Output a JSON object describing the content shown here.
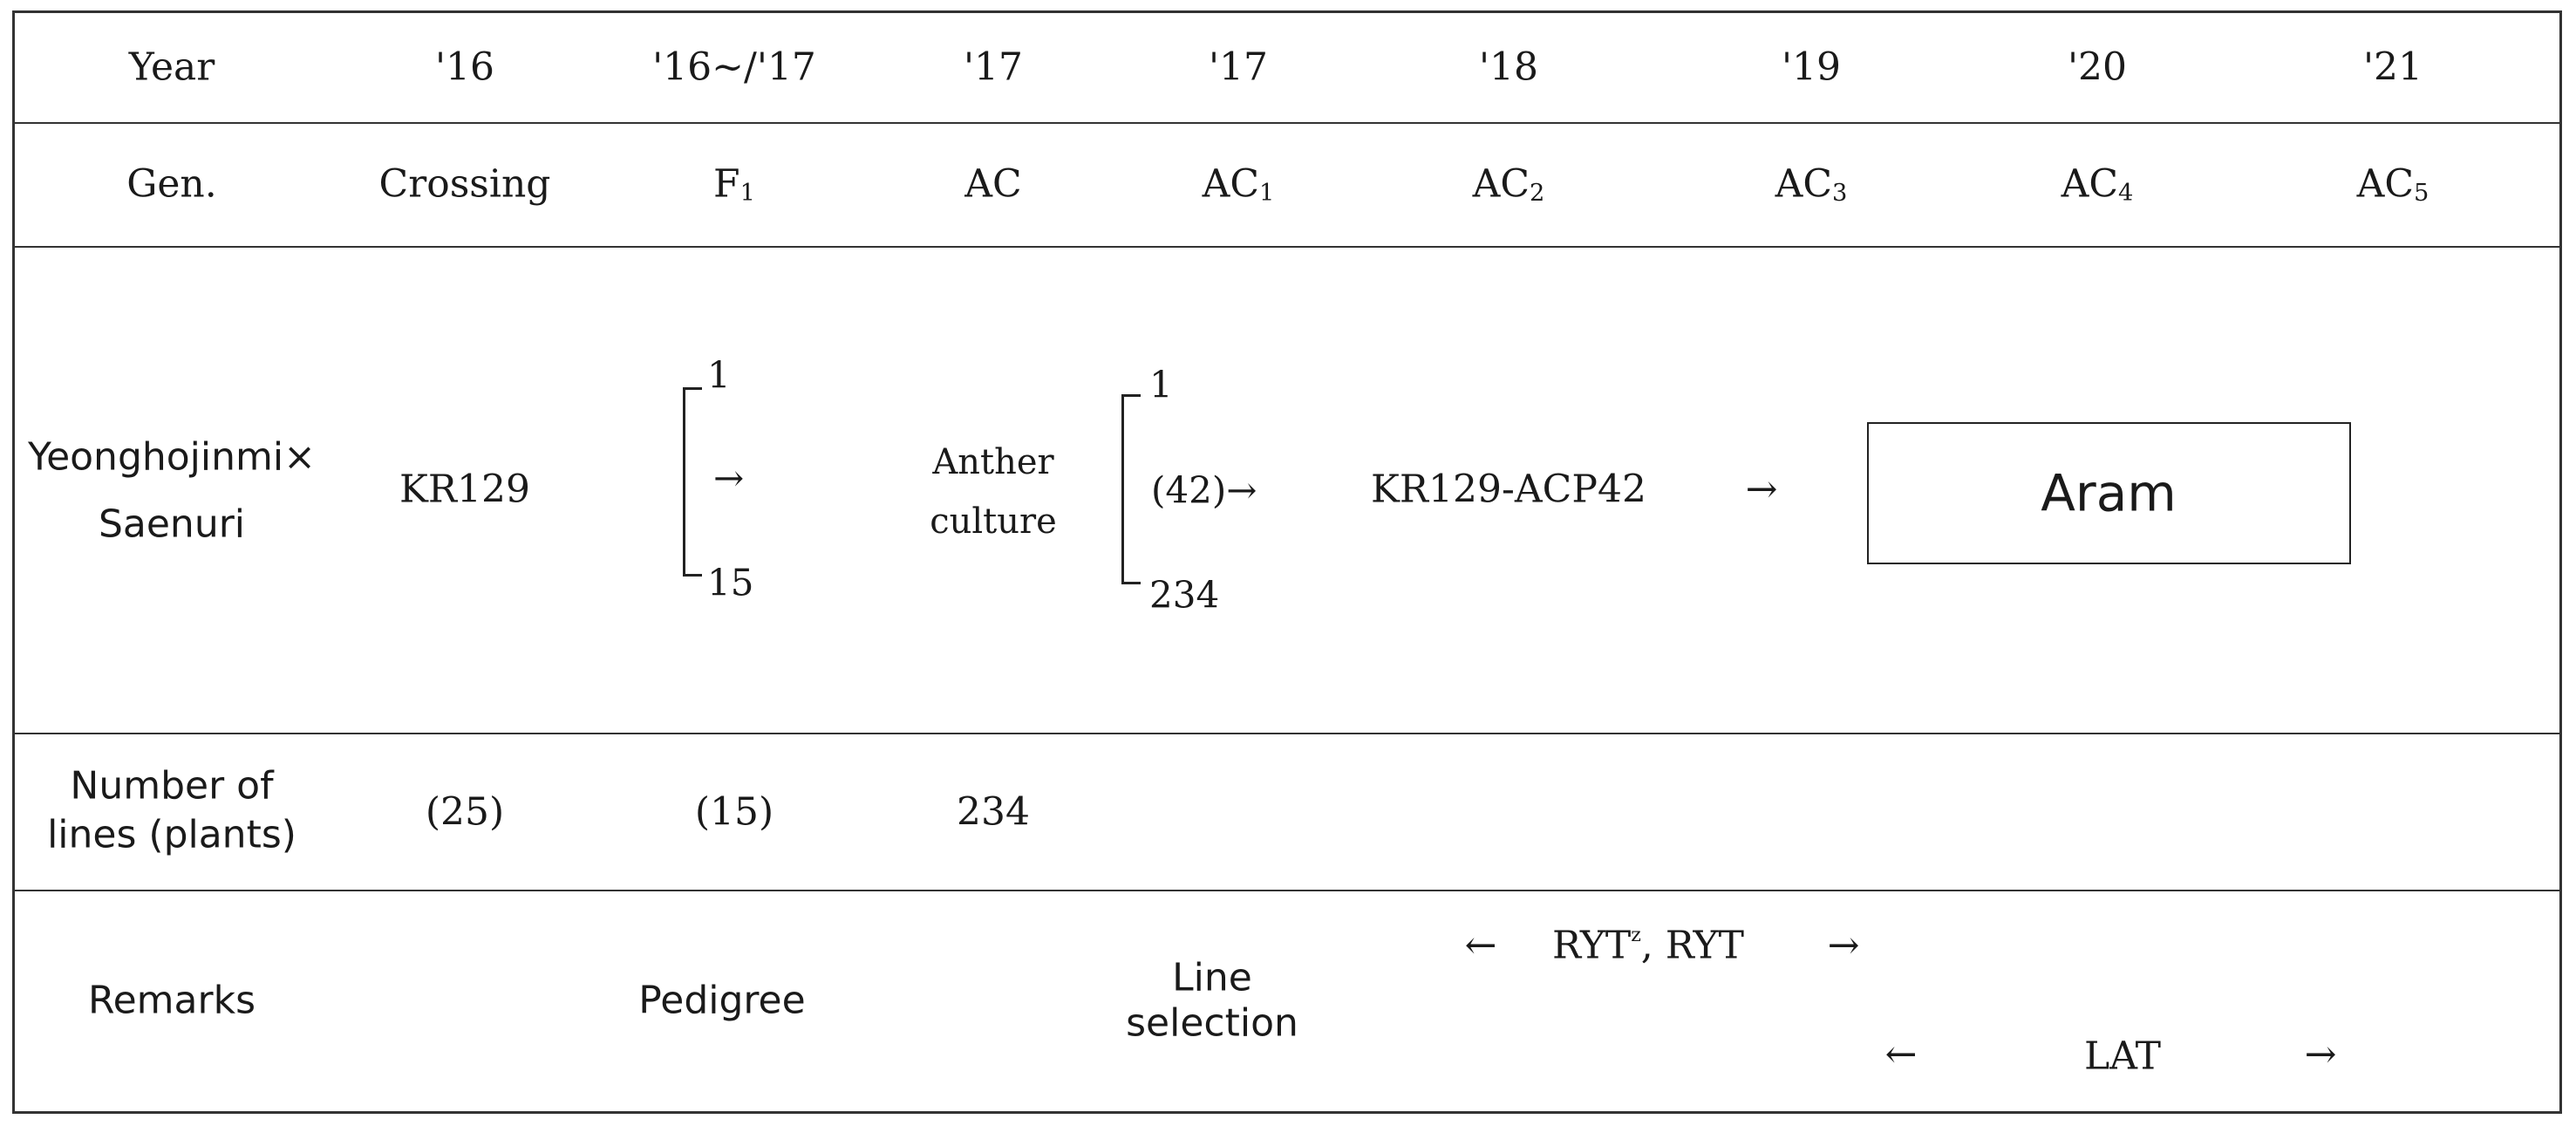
{
  "header": {
    "year_label": "Year",
    "years": [
      "'16",
      "'16~/'17",
      "'17",
      "'17",
      "'18",
      "'19",
      "'20",
      "'21"
    ],
    "gen_label": "Gen.",
    "generations": [
      {
        "base": "Crossing",
        "sub": ""
      },
      {
        "base": "F",
        "sub": "1"
      },
      {
        "base": "AC",
        "sub": ""
      },
      {
        "base": "AC",
        "sub": "1"
      },
      {
        "base": "AC",
        "sub": "2"
      },
      {
        "base": "AC",
        "sub": "3"
      },
      {
        "base": "AC",
        "sub": "4"
      },
      {
        "base": "AC",
        "sub": "5"
      }
    ]
  },
  "pedigree": {
    "cross_line1": "Yeonghojinmi×",
    "cross_line2": "Saenuri",
    "cross_name": "KR129",
    "f1_top": "1",
    "f1_arrow": "→",
    "f1_bottom": "15",
    "ac_line1": "Anther",
    "ac_line2": "culture",
    "ac1_top": "1",
    "ac1_mid": "(42)→",
    "ac1_bottom": "234",
    "line_name": "KR129-ACP42",
    "arrow": "→",
    "variety": "Aram"
  },
  "lines_row": {
    "label_line1": "Number of",
    "label_line2": "lines (plants)",
    "values": [
      "(25)",
      "(15)",
      "234"
    ]
  },
  "remarks": {
    "label": "Remarks",
    "pedigree": "Pedigree",
    "line_sel1": "Line",
    "line_sel2": "selection",
    "ryt_left_arrow": "←",
    "ryt_text": "RYT",
    "ryt_sup": "z",
    "ryt_text2": ", RYT",
    "ryt_right_arrow": "→",
    "lat_left_arrow": "←",
    "lat_text": "LAT",
    "lat_right_arrow": "→"
  }
}
